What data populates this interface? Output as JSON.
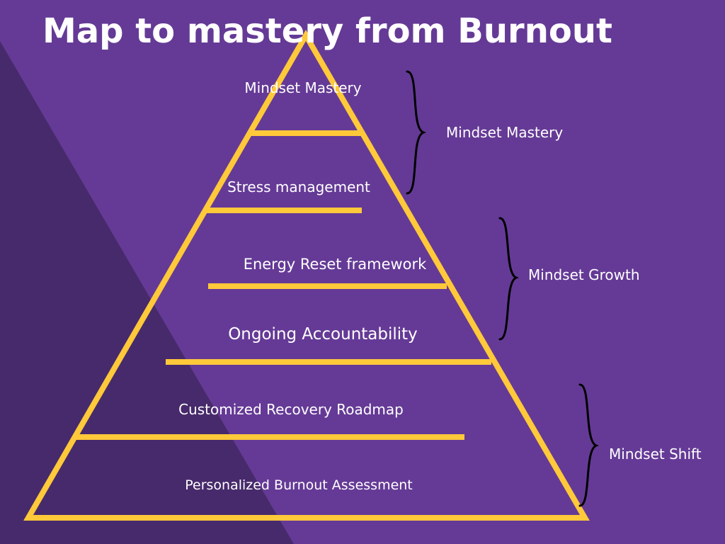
{
  "title": "Map to mastery from Burnout",
  "pyramid": {
    "levels": [
      "Mindset Mastery",
      "Stress management",
      "Energy Reset framework",
      "Ongoing Accountability",
      "Customized Recovery Roadmap",
      "Personalized Burnout Assessment"
    ]
  },
  "groups": [
    {
      "label": "Mindset Mastery"
    },
    {
      "label": "Mindset Growth"
    },
    {
      "label": "Mindset Shift"
    }
  ],
  "colors": {
    "background": "#653a96",
    "shade": "#472a6b",
    "outline": "#ffc93a",
    "text": "#ffffff",
    "brace": "#000000"
  }
}
